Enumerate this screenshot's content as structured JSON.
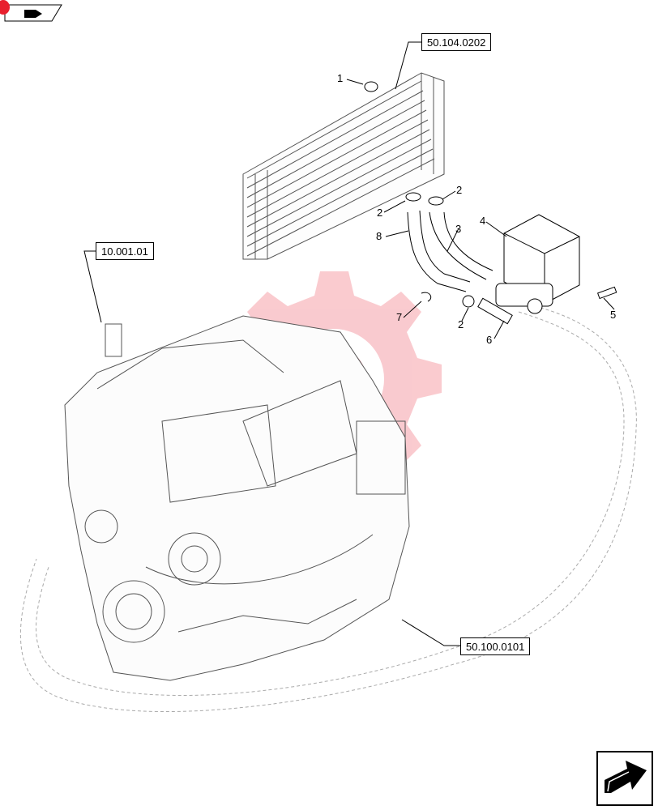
{
  "header": {
    "nav_icon": "book-arrow-icon"
  },
  "footer": {
    "nav_icon": "next-page-arrow-icon"
  },
  "references": [
    {
      "id": "ref-radiator",
      "label": "50.104.0202"
    },
    {
      "id": "ref-engine",
      "label": "10.001.01"
    },
    {
      "id": "ref-heater",
      "label": "50.100.0101"
    }
  ],
  "callouts": [
    "1",
    "2",
    "2",
    "8",
    "3",
    "4",
    "7",
    "2",
    "6",
    "5"
  ],
  "watermark": {
    "color": "#f5a0a8"
  },
  "colors": {
    "line": "#000000",
    "accent": "#e8202e"
  }
}
